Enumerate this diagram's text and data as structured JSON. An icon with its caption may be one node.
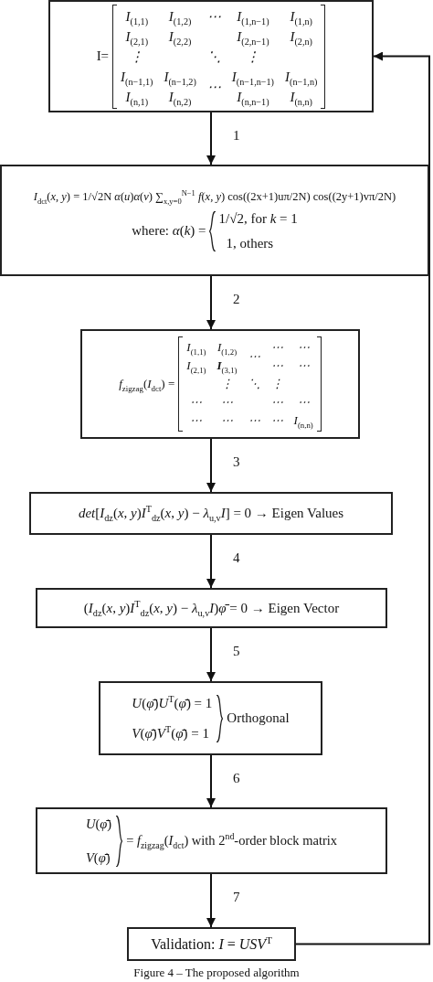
{
  "diagram": {
    "caption": "Figure 4 – The proposed algorithm",
    "nodes": [
      {
        "text": [
          "I=",
          "*I*$_{(1,1)}$",
          "*I*$_{(1,2)}$",
          "⋯",
          "*I*$_{(1,n−1)}$",
          "*I*$_{(1,n)}$",
          "*I*$_{(2,1)}$",
          "*I*$_{(2,2)}$",
          "*I*$_{(2,n−1)}$",
          "*I*$_{(2,n)}$",
          "⋮",
          "⋱",
          "⋮",
          "*I*$_{(n−1,1)}$",
          "*I*$_{(n−1,2)}$",
          "⋯",
          "*I*$_{(n−1,n−1)}$",
          "*I*$_{(n−1,n)}$",
          "*I*$_{(n,1)}$",
          "*I*$_{(n,2)}$",
          "*I*$_{(n,n−1)}$",
          "*I*$_{(n,n)}$"
        ]
      },
      {
        "text": [
          "*I*$_{dct}$(*x*, *y*) = 1/√2N *α*(*u*)*α*(*v*) ∑$_{x,y=0}$$^{N−1}$ *f*(*x*, *y*) cos((2x+1)uπ/2N) cos((2y+1)vπ/2N)",
          "where: *α*(*k*) =",
          "1/√2, for *k* = 1",
          "1, others"
        ]
      },
      {
        "text": [
          "*f*$_{zigzag}$(*I*$_{dct}$) =",
          "*I*$_{(1,1)}$",
          "*I*$_{(1,2)}$",
          "⋯",
          "⋯",
          "⋯",
          "*I*$_{(2,1)}$",
          "**I**$_{(3,1)}$",
          "⋯",
          "⋯",
          "⋮",
          "⋱",
          "⋮",
          "⋯",
          "⋯",
          "⋯",
          "⋯",
          "⋯",
          "⋯",
          "⋯",
          "⋯",
          "*I*$_{(n,n)}$"
        ]
      },
      {
        "text": [
          "*det*[*I*$_{dz}$(*x*, *y*)*I*$^{T}$$_{dz}$(*x*, *y*) − *λ*$_{u,v}$*I*] = 0 → Eigen Values"
        ]
      },
      {
        "text": [
          "(*I*$_{dz}$(*x*, *y*)*I*$^{T}$$_{dz}$(*x*, *y*) − *λ*$_{u,v}$*I*)*φ̄* = 0 → Eigen Vector"
        ]
      },
      {
        "text": [
          "*U*(*φ̄*)*U*$^{T}$(*φ̄*) = 1",
          "*V*(*φ̄*)*V*$^{T}$(*φ̄*) = 1",
          "Orthogonal"
        ]
      },
      {
        "text": [
          "*U*(*φ̄*)",
          "*V*(*φ̄*)",
          "= *f*$_{zigzag}$(*I*$_{dct}$) with 2$^{nd}$-order block matrix"
        ]
      },
      {
        "text": [
          "Validation: *I* = *USV*$^{T}$"
        ]
      }
    ],
    "edges": [
      {
        "from": 0,
        "to": 1,
        "arrow": "to",
        "label": "1"
      },
      {
        "from": 1,
        "to": 2,
        "arrow": "to",
        "label": "2"
      },
      {
        "from": 2,
        "to": 3,
        "arrow": "to",
        "label": "3"
      },
      {
        "from": 3,
        "to": 4,
        "arrow": "to",
        "label": "4"
      },
      {
        "from": 4,
        "to": 5,
        "arrow": "to",
        "label": "5"
      },
      {
        "from": 5,
        "to": 6,
        "arrow": "to",
        "label": "6"
      },
      {
        "from": 6,
        "to": 7,
        "arrow": "to",
        "label": "7"
      },
      {
        "from": 7,
        "to": 0,
        "arrow": "to"
      }
    ]
  }
}
